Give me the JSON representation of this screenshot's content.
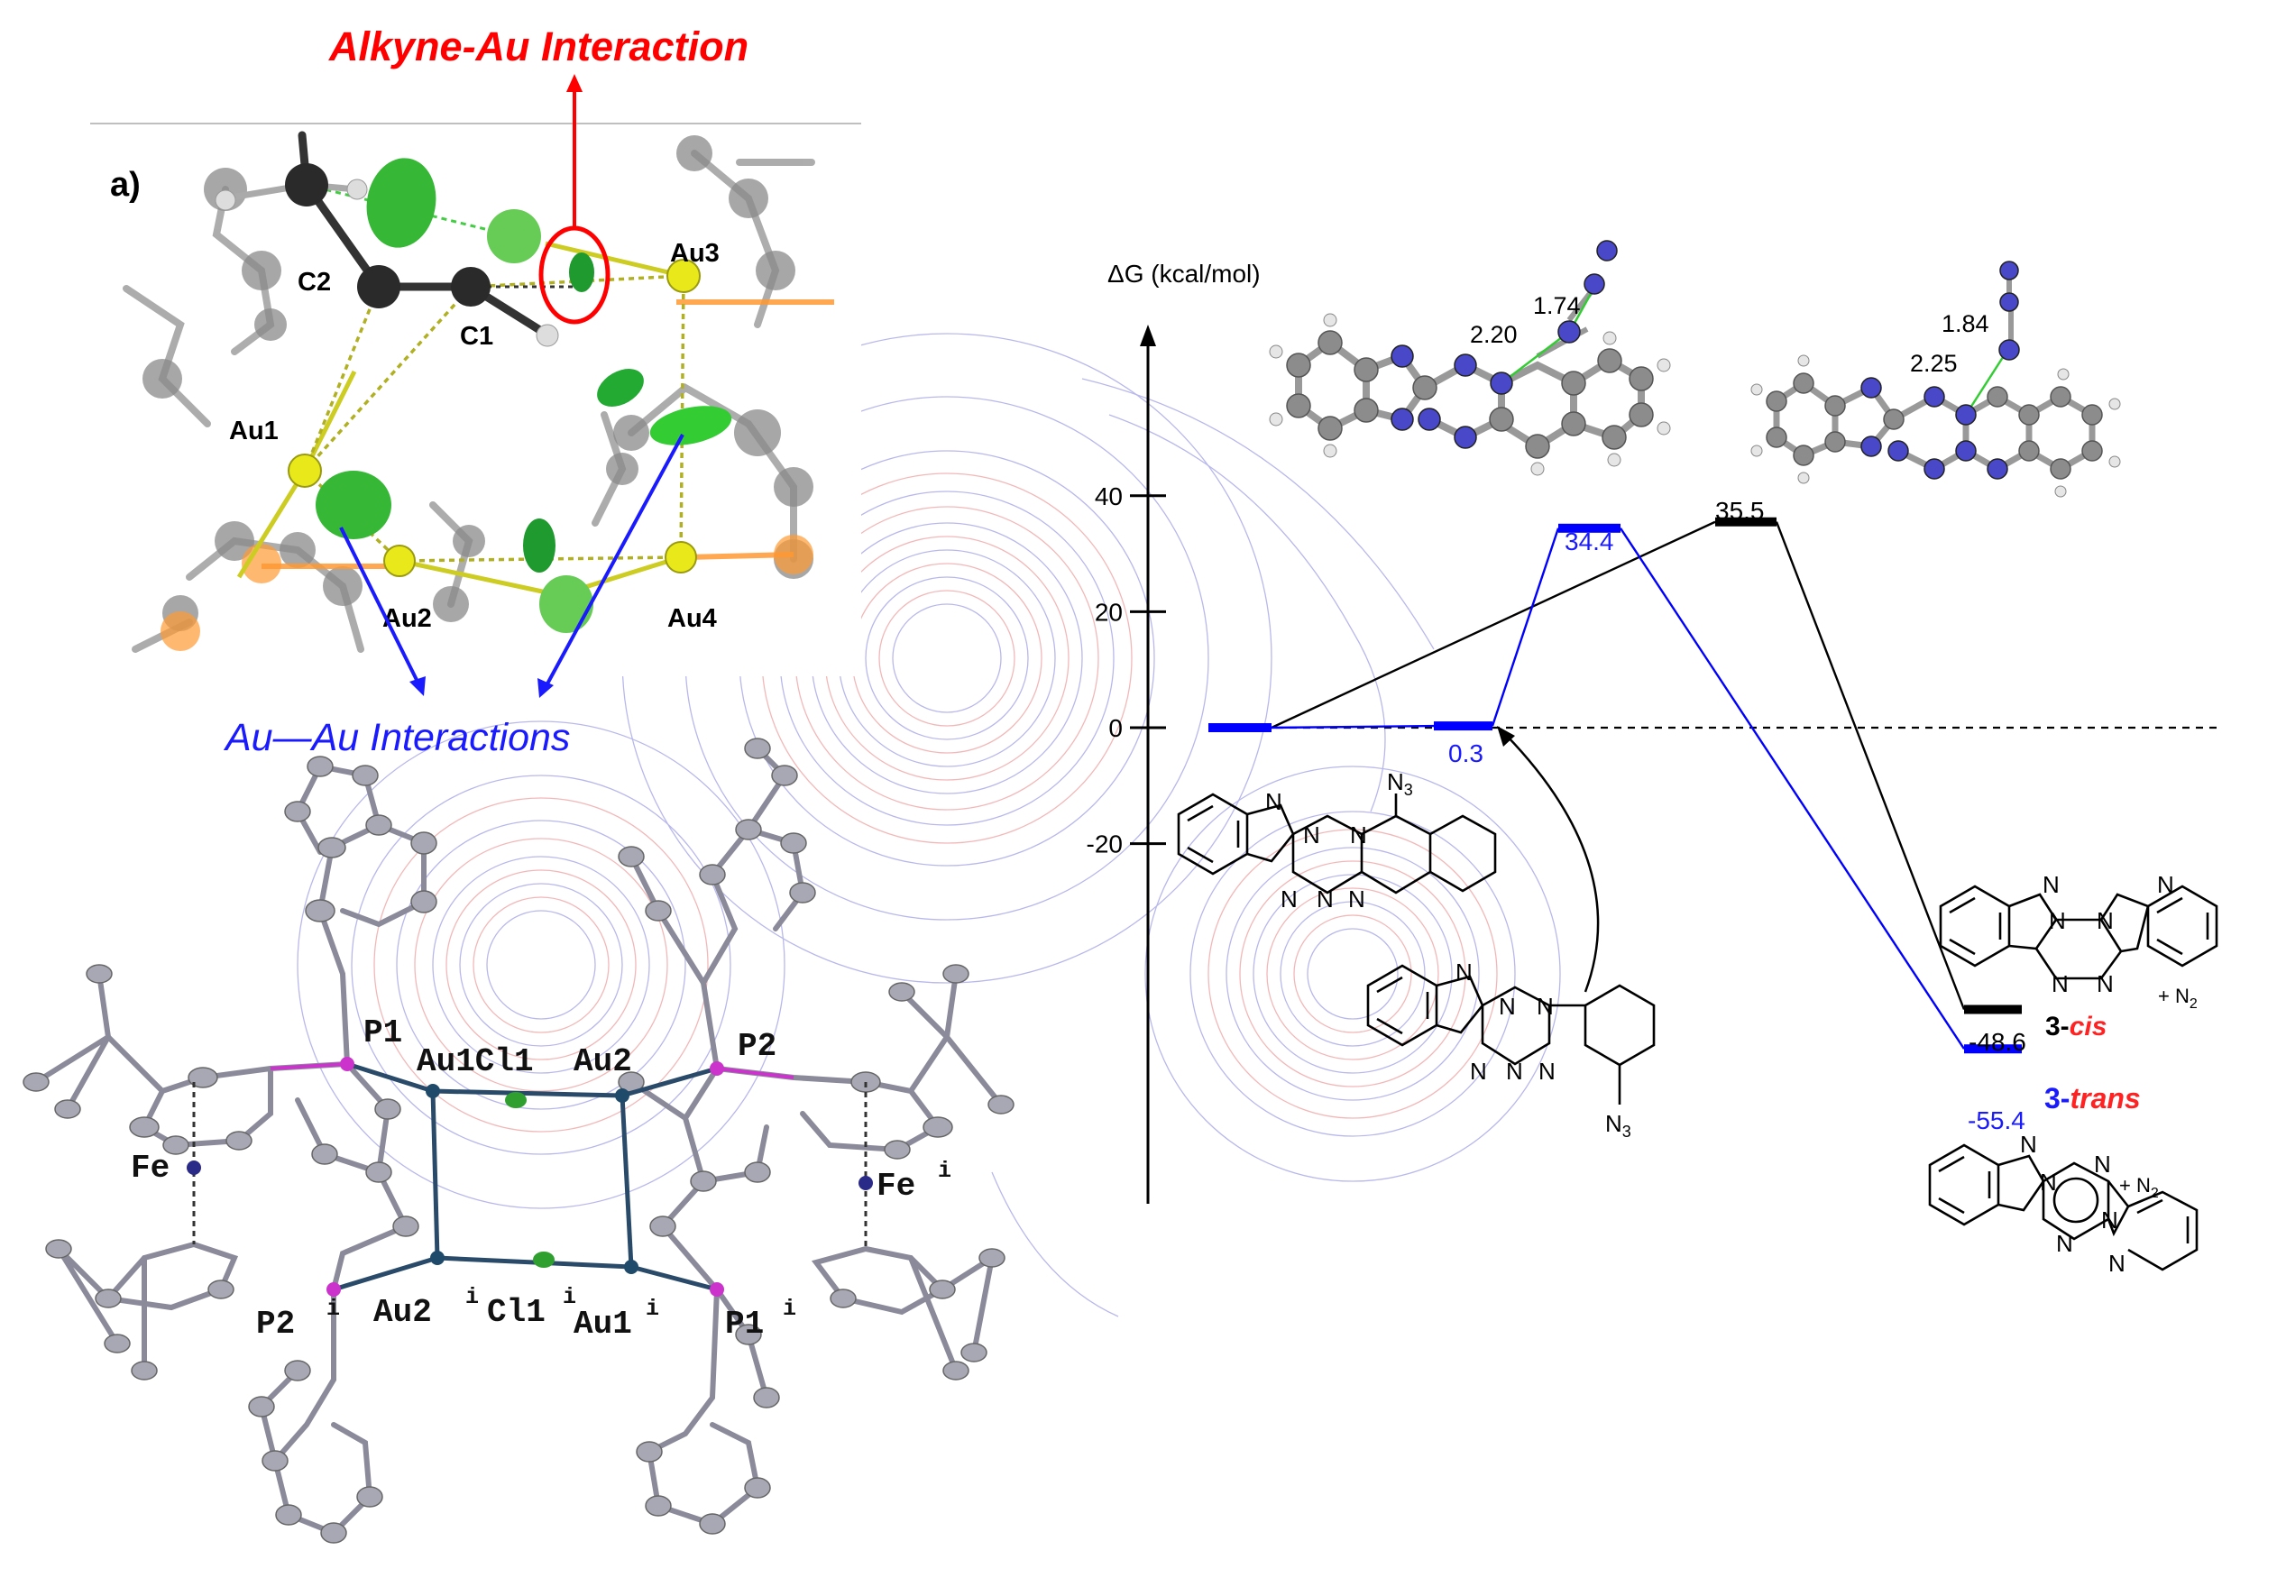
{
  "panel_a": {
    "panel_label": "a)",
    "top_callout": "Alkyne-Au Interaction",
    "bottom_callout": "Au—Au Interactions",
    "atoms": {
      "c2": "C2",
      "c1": "C1",
      "au1": "Au1",
      "au2": "Au2",
      "au3": "Au3",
      "au4": "Au4"
    },
    "colors": {
      "red": "#ff0000",
      "blue": "#1a1aff",
      "gold": "#e6e61e",
      "green": "#33cc33"
    }
  },
  "crystal": {
    "p1": "P1",
    "p2": "P2",
    "au1cl1": "Au1Cl1",
    "au2": "Au2",
    "fe": "Fe",
    "fe_i": "Fe",
    "sup_i": "i",
    "p2i": "P2",
    "au2i": "Au2",
    "cl1i": "Cl1",
    "au1i": "Au1",
    "p1i": "P1"
  },
  "energy": {
    "axis_title": "ΔG (kcal/mol)",
    "ticks": [
      "40",
      "20",
      "0",
      "-20"
    ],
    "levels": {
      "ts_blue": "34.4",
      "ts_black": "35.5",
      "int_blue": "0.3",
      "cis": "-48.6",
      "trans": "-55.4"
    },
    "products": {
      "cis_prefix": "3-",
      "cis_word": "cis",
      "trans_prefix": "3-",
      "trans_word": "trans",
      "n2_cis": "+ N",
      "n2_trans": "+ N",
      "sub2": "2"
    },
    "ts_distances": {
      "left_a": "1.74",
      "left_b": "2.20",
      "right_a": "1.84",
      "right_b": "2.25"
    },
    "azide": {
      "label": "N",
      "sub": "3"
    },
    "ring_n": "N"
  },
  "chart_data": {
    "type": "energy_profile",
    "ylabel": "ΔG (kcal/mol)",
    "yticks": [
      40,
      20,
      0,
      -20
    ],
    "series": [
      {
        "color": "#0000ff",
        "points": [
          0,
          0.3,
          34.4,
          -55.4
        ]
      },
      {
        "color": "#000000",
        "points": [
          0,
          35.5,
          -48.6
        ]
      }
    ]
  }
}
